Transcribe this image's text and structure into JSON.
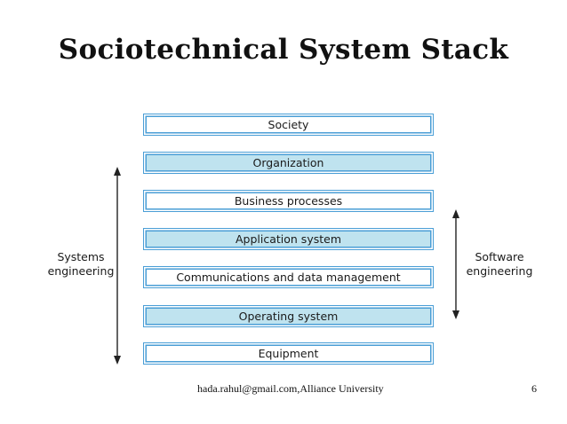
{
  "slide": {
    "title": "Sociotechnical System Stack",
    "footer_text": "hada.rahul@gmail.com,Alliance University",
    "page_number": "6"
  },
  "stack": {
    "layers": [
      {
        "label": "Society",
        "shaded": false
      },
      {
        "label": "Organization",
        "shaded": true
      },
      {
        "label": "Business processes",
        "shaded": false
      },
      {
        "label": "Application system",
        "shaded": true
      },
      {
        "label": "Communications and data management",
        "shaded": false
      },
      {
        "label": "Operating system",
        "shaded": true
      },
      {
        "label": "Equipment",
        "shaded": false
      }
    ]
  },
  "left_scope": {
    "line1": "Systems",
    "line2": "engineering"
  },
  "right_scope": {
    "line1": "Software",
    "line2": "engineering"
  },
  "colors": {
    "layer_border": "#4a9ed6",
    "layer_shaded_fill": "#bfe3ef",
    "arrow": "#222222"
  }
}
